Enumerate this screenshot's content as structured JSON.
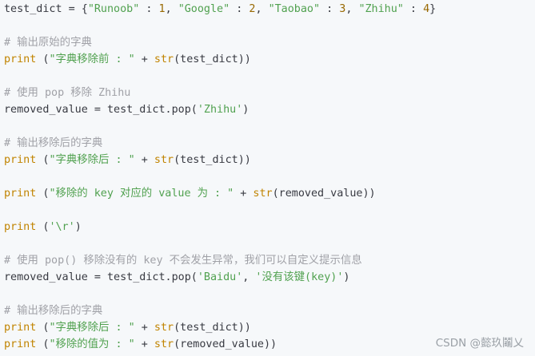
{
  "code": {
    "language": "python",
    "lines": [
      [
        {
          "t": "test_dict = {",
          "k": "t"
        },
        {
          "t": "\"Runoob\"",
          "k": "s"
        },
        {
          "t": " : ",
          "k": "t"
        },
        {
          "t": "1",
          "k": "n"
        },
        {
          "t": ", ",
          "k": "t"
        },
        {
          "t": "\"Google\"",
          "k": "s"
        },
        {
          "t": " : ",
          "k": "t"
        },
        {
          "t": "2",
          "k": "n"
        },
        {
          "t": ", ",
          "k": "t"
        },
        {
          "t": "\"Taobao\"",
          "k": "s"
        },
        {
          "t": " : ",
          "k": "t"
        },
        {
          "t": "3",
          "k": "n"
        },
        {
          "t": ", ",
          "k": "t"
        },
        {
          "t": "\"Zhihu\"",
          "k": "s"
        },
        {
          "t": " : ",
          "k": "t"
        },
        {
          "t": "4",
          "k": "n"
        },
        {
          "t": "}",
          "k": "t"
        }
      ],
      [],
      [
        {
          "t": "# 输出原始的字典",
          "k": "c"
        }
      ],
      [
        {
          "t": "print",
          "k": "b"
        },
        {
          "t": " (",
          "k": "t"
        },
        {
          "t": "\"字典移除前 : \"",
          "k": "s"
        },
        {
          "t": " + ",
          "k": "t"
        },
        {
          "t": "str",
          "k": "b"
        },
        {
          "t": "(test_dict))",
          "k": "t"
        }
      ],
      [],
      [
        {
          "t": "# 使用 pop 移除 Zhihu",
          "k": "c"
        }
      ],
      [
        {
          "t": "removed_value = test_dict.pop(",
          "k": "t"
        },
        {
          "t": "'Zhihu'",
          "k": "s"
        },
        {
          "t": ")",
          "k": "t"
        }
      ],
      [],
      [
        {
          "t": "# 输出移除后的字典",
          "k": "c"
        }
      ],
      [
        {
          "t": "print",
          "k": "b"
        },
        {
          "t": " (",
          "k": "t"
        },
        {
          "t": "\"字典移除后 : \"",
          "k": "s"
        },
        {
          "t": " + ",
          "k": "t"
        },
        {
          "t": "str",
          "k": "b"
        },
        {
          "t": "(test_dict))",
          "k": "t"
        }
      ],
      [],
      [
        {
          "t": "print",
          "k": "b"
        },
        {
          "t": " (",
          "k": "t"
        },
        {
          "t": "\"移除的 key 对应的 value 为 : \"",
          "k": "s"
        },
        {
          "t": " + ",
          "k": "t"
        },
        {
          "t": "str",
          "k": "b"
        },
        {
          "t": "(removed_value))",
          "k": "t"
        }
      ],
      [],
      [
        {
          "t": "print",
          "k": "b"
        },
        {
          "t": " (",
          "k": "t"
        },
        {
          "t": "'\\r'",
          "k": "s"
        },
        {
          "t": ")",
          "k": "t"
        }
      ],
      [],
      [
        {
          "t": "# 使用 pop() 移除没有的 key 不会发生异常，我们可以自定义提示信息",
          "k": "c"
        }
      ],
      [
        {
          "t": "removed_value = test_dict.pop(",
          "k": "t"
        },
        {
          "t": "'Baidu'",
          "k": "s"
        },
        {
          "t": ", ",
          "k": "t"
        },
        {
          "t": "'没有该键(key)'",
          "k": "s"
        },
        {
          "t": ")",
          "k": "t"
        }
      ],
      [],
      [
        {
          "t": "# 输出移除后的字典",
          "k": "c"
        }
      ],
      [
        {
          "t": "print",
          "k": "b"
        },
        {
          "t": " (",
          "k": "t"
        },
        {
          "t": "\"字典移除后 : \"",
          "k": "s"
        },
        {
          "t": " + ",
          "k": "t"
        },
        {
          "t": "str",
          "k": "b"
        },
        {
          "t": "(test_dict))",
          "k": "t"
        }
      ],
      [
        {
          "t": "print",
          "k": "b"
        },
        {
          "t": " (",
          "k": "t"
        },
        {
          "t": "\"移除的值为 : \"",
          "k": "s"
        },
        {
          "t": " + ",
          "k": "t"
        },
        {
          "t": "str",
          "k": "b"
        },
        {
          "t": "(removed_value))",
          "k": "t"
        }
      ]
    ]
  },
  "watermark": "CSDN @懿玖鬮乂",
  "colors": {
    "background": "#f6f8fa",
    "plain": "#383a42",
    "string": "#50a14f",
    "number": "#986801",
    "comment": "#a0a1a7",
    "builtin": "#c18401"
  }
}
